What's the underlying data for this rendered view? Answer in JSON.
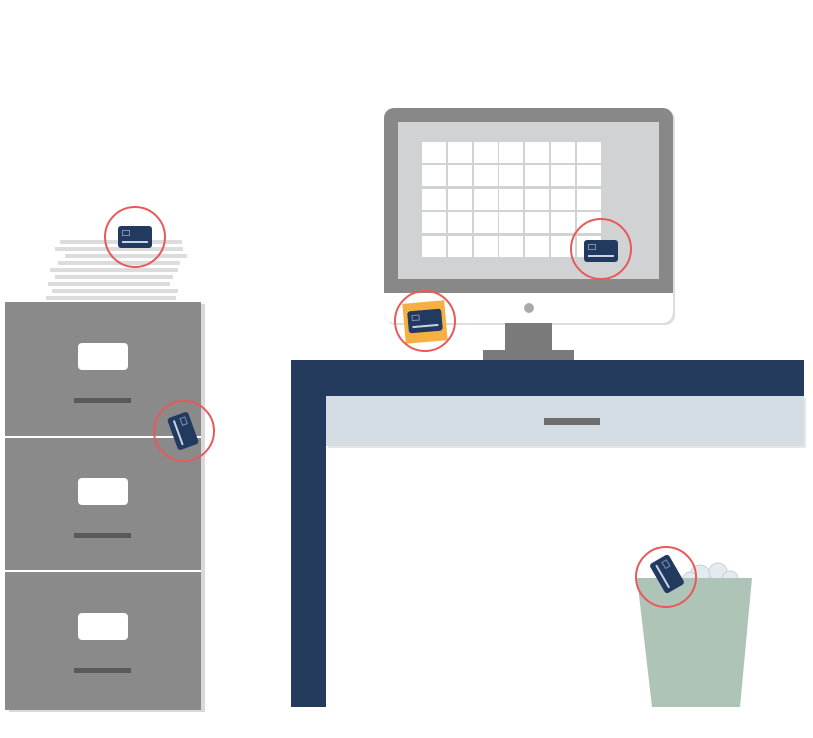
{
  "colors": {
    "cabinet": "#8a8a8a",
    "desk": "#243b5e",
    "drawer": "#d3dde3",
    "monitor_frame": "#888888",
    "screen": "#d1d2d4",
    "trash_can": "#adc4b7",
    "sticky_note": "#f5b041",
    "card": "#233a60",
    "highlight_ring": "#e8595a"
  },
  "highlights": [
    "paper-stack-card",
    "monitor-screen-card",
    "sticky-note-card",
    "cabinet-drawer-card",
    "trash-can-card"
  ]
}
